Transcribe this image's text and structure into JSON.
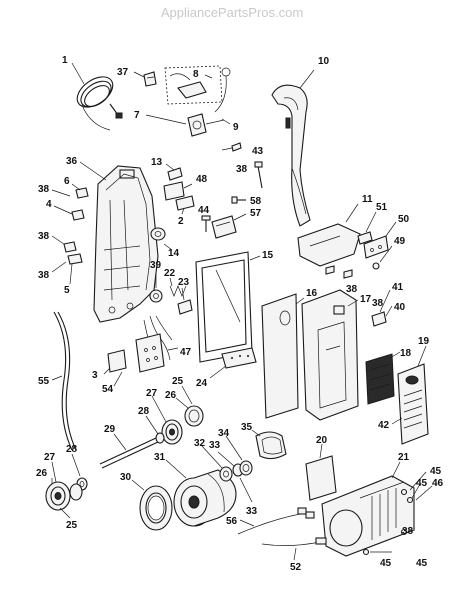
{
  "watermark": "AppliancePartsPros.com",
  "callouts": {
    "c1": "1",
    "c2": "2",
    "c3": "3",
    "c4": "4",
    "c5": "5",
    "c6": "6",
    "c7": "7",
    "c8": "8",
    "c9": "9",
    "c10": "10",
    "c11": "11",
    "c13": "13",
    "c14": "14",
    "c15": "15",
    "c16": "16",
    "c17": "17",
    "c18": "18",
    "c19": "19",
    "c20": "20",
    "c21": "21",
    "c22": "22",
    "c23": "23",
    "c24": "24",
    "c25a": "25",
    "c25b": "25",
    "c26a": "26",
    "c26b": "26",
    "c27a": "27",
    "c27b": "27",
    "c28a": "28",
    "c28b": "28",
    "c29": "29",
    "c30": "30",
    "c31": "31",
    "c32": "32",
    "c33a": "33",
    "c33b": "33",
    "c34": "34",
    "c35": "35",
    "c36": "36",
    "c37": "37",
    "c38a": "38",
    "c38b": "38",
    "c38c": "38",
    "c38d": "38",
    "c38e": "38",
    "c38f": "38",
    "c38g": "38",
    "c39": "39",
    "c40": "40",
    "c41": "41",
    "c42": "42",
    "c43": "43",
    "c44": "44",
    "c45a": "45",
    "c45b": "45",
    "c45c": "45",
    "c46": "46",
    "c47": "47",
    "c48": "48",
    "c49": "49",
    "c50": "50",
    "c51": "51",
    "c52": "52",
    "c54": "54",
    "c55": "55",
    "c56": "56",
    "c57": "57",
    "c58": "58"
  }
}
